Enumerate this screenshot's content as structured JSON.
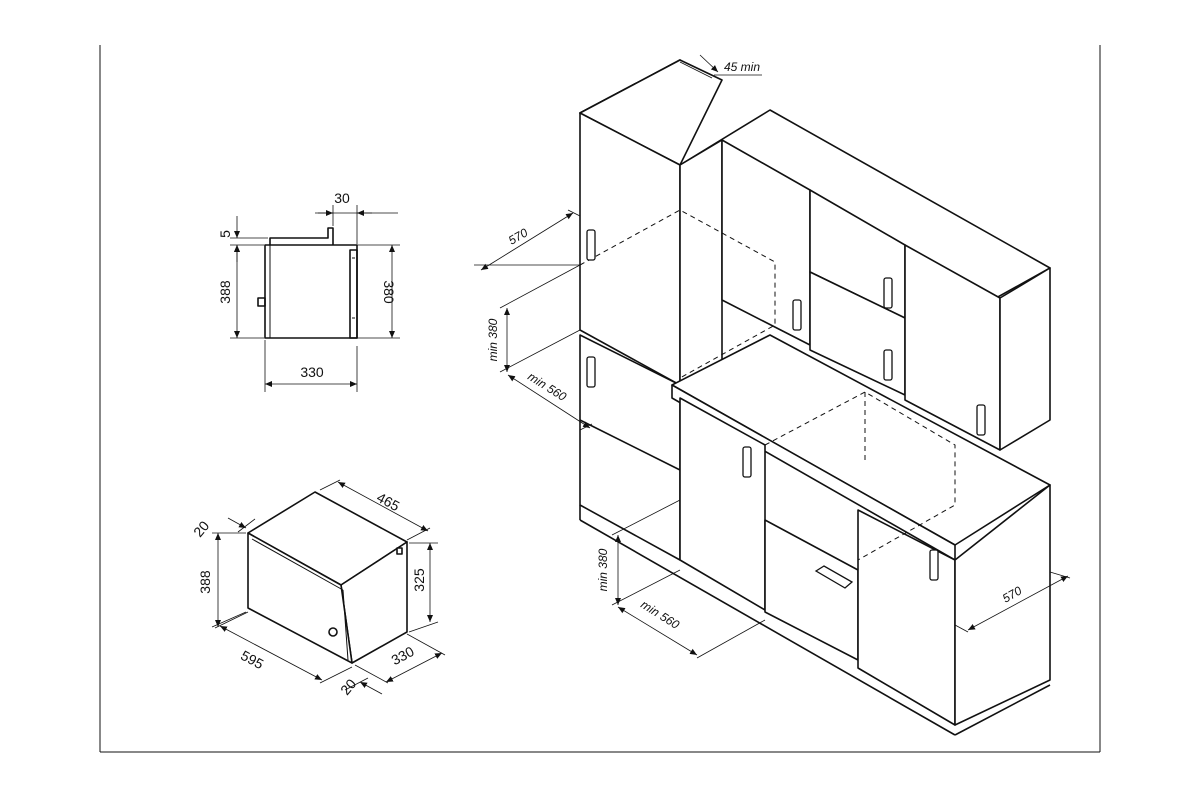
{
  "side_view": {
    "dim_top_offset": "30",
    "dim_trim": "5",
    "dim_height_outer": "388",
    "dim_height_inner": "380",
    "dim_depth": "330"
  },
  "front_view": {
    "dim_frame": "20",
    "dim_top_depth": "465",
    "dim_height": "388",
    "dim_body_height": "325",
    "dim_width": "595",
    "dim_body_depth": "330",
    "dim_bottom_frame": "20"
  },
  "installation": {
    "gap_top": "45 min",
    "wall_depth": "570",
    "wall_height": "min 380",
    "wall_width": "min 560",
    "base_height": "min 380",
    "base_width": "min 560",
    "base_depth": "570"
  }
}
